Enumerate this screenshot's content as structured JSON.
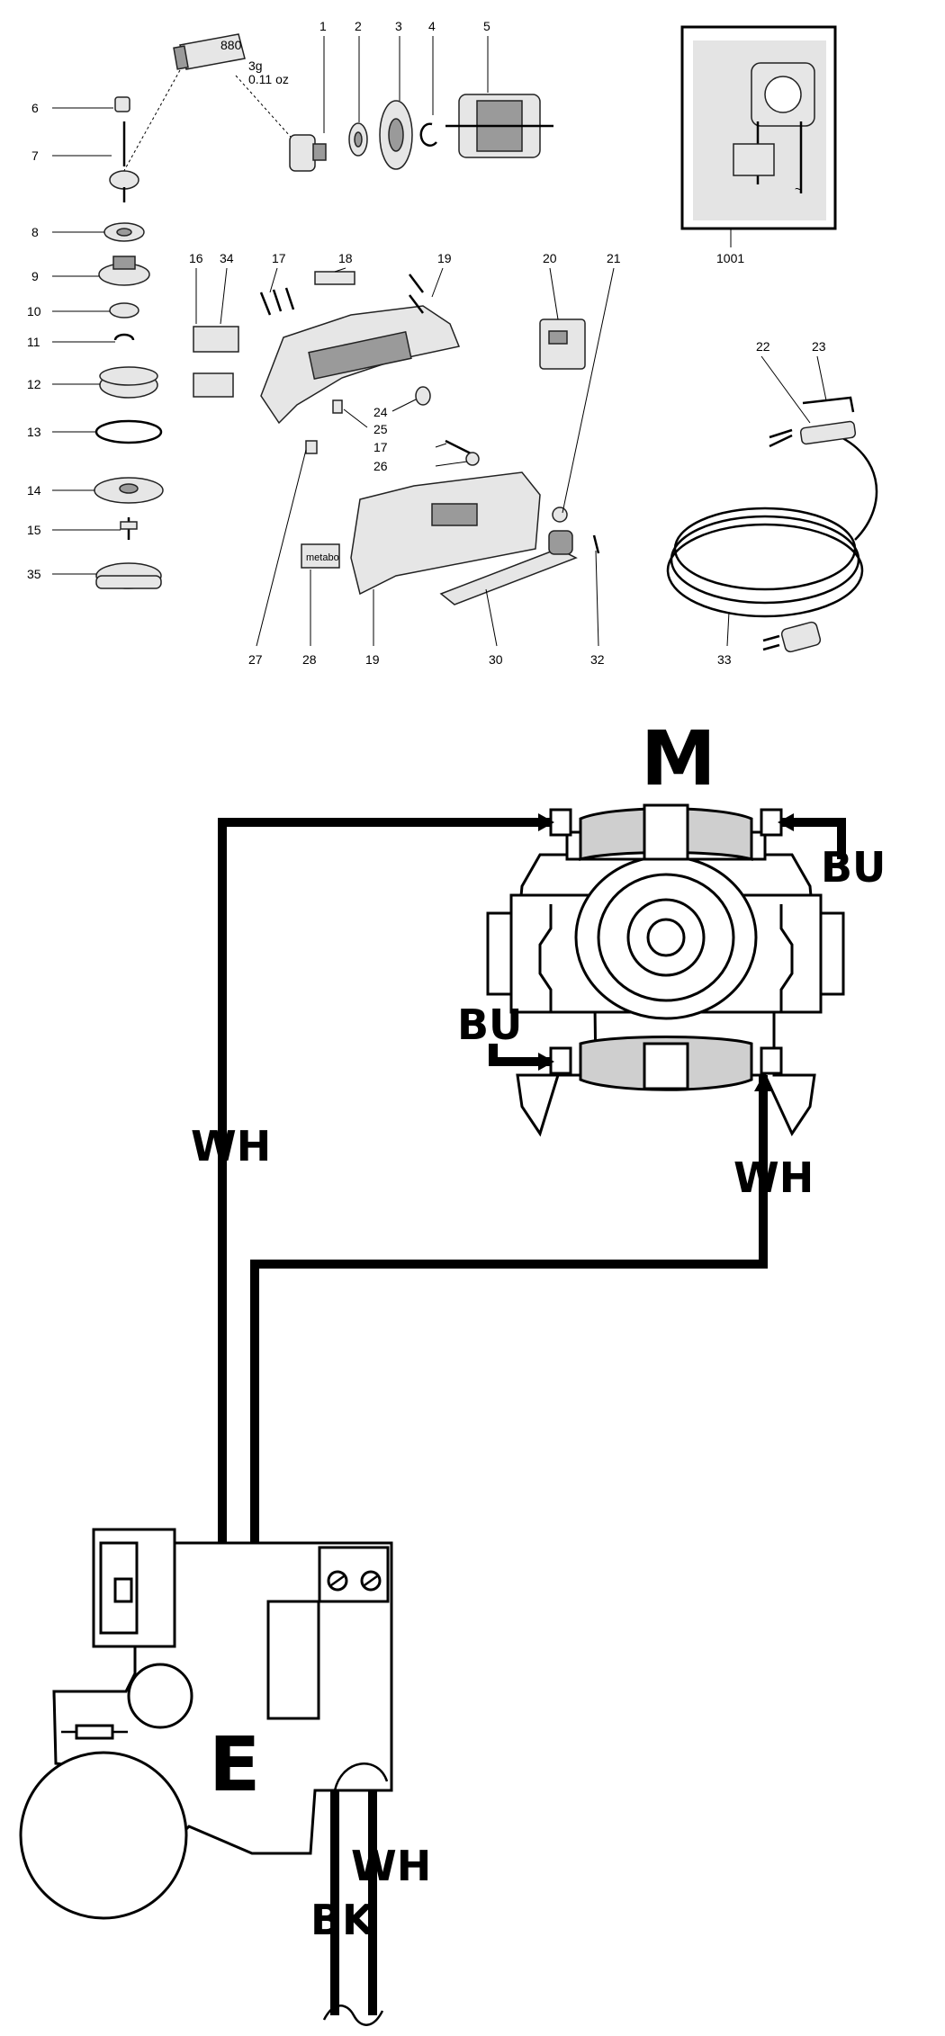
{
  "exploded_view": {
    "grease_tube": {
      "label": "880",
      "weight_g": "3g",
      "weight_oz": "0.11 oz"
    },
    "callouts": [
      "1",
      "2",
      "3",
      "4",
      "5",
      "6",
      "7",
      "8",
      "9",
      "10",
      "11",
      "12",
      "13",
      "14",
      "15",
      "35",
      "16",
      "34",
      "17",
      "18",
      "19",
      "20",
      "21",
      "22",
      "23",
      "24",
      "25",
      "17",
      "26",
      "27",
      "28",
      "19",
      "30",
      "32",
      "33",
      "1001"
    ],
    "housing_brand": "metabo"
  },
  "wiring_diagram": {
    "motor_label": "M",
    "electronics_label": "E",
    "wires": {
      "top_right": "BU",
      "mid_left": "BU",
      "left_vertical": "WH",
      "right_vertical": "WH",
      "supply_1": "WH",
      "supply_2": "BK"
    },
    "supply_symbol": "~"
  }
}
